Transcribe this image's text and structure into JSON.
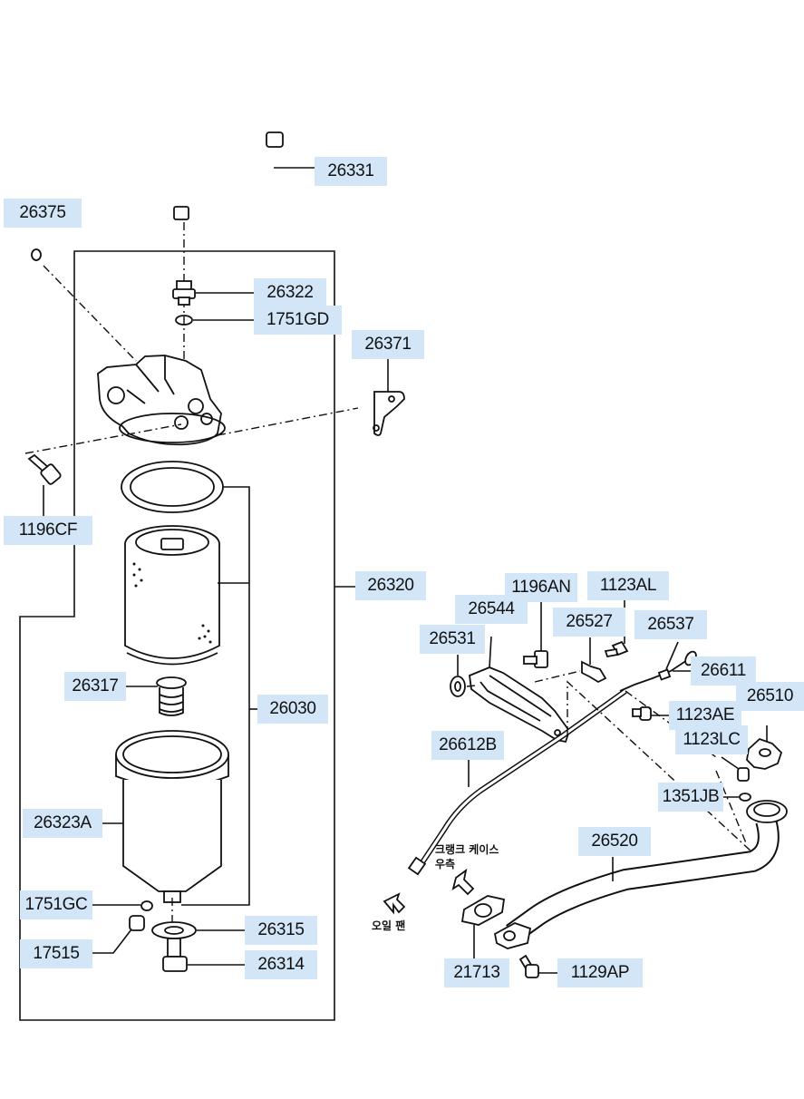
{
  "callouts": {
    "p26331": "26331",
    "p26375": "26375",
    "p26322": "26322",
    "p1751GD": "1751GD",
    "p26371": "26371",
    "p1196CF": "1196CF",
    "p26320": "26320",
    "p26317": "26317",
    "p26030": "26030",
    "p26323A": "26323A",
    "p1751GC": "1751GC",
    "p26315": "26315",
    "p17515": "17515",
    "p26314": "26314",
    "p1196AN": "1196AN",
    "p1123AL": "1123AL",
    "p26544": "26544",
    "p26527": "26527",
    "p26537": "26537",
    "p26531": "26531",
    "p26611": "26611",
    "p26510": "26510",
    "p1123AE": "1123AE",
    "p1123LC": "1123LC",
    "p26612B": "26612B",
    "p1351JB": "1351JB",
    "p26520": "26520",
    "p21713": "21713",
    "p1129AP": "1129AP"
  },
  "notes": {
    "crankcase_line1": "크랭크 케이스",
    "crankcase_line2": "우측",
    "oil_pan": "오일 팬"
  },
  "colors": {
    "callout_background": "#d3e6f8",
    "line": "#111111"
  }
}
